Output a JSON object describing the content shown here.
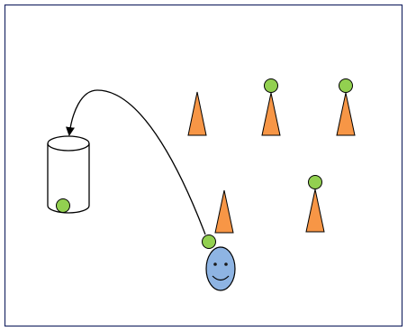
{
  "colors": {
    "frame": "#1f2a66",
    "cone": "#f79646",
    "ball": "#92d050",
    "face": "#8eb4e3",
    "stroke": "#000000"
  },
  "scene": {
    "cones": [
      {
        "name": "cone-1",
        "has_ball": false
      },
      {
        "name": "cone-2",
        "has_ball": true
      },
      {
        "name": "cone-3",
        "has_ball": true
      },
      {
        "name": "cone-4",
        "has_ball": false
      },
      {
        "name": "cone-5",
        "has_ball": true
      }
    ],
    "bucket": {
      "contains_ball": true
    },
    "person": {
      "holding_ball": true
    },
    "arrow": {
      "from": "person",
      "to": "bucket"
    }
  }
}
